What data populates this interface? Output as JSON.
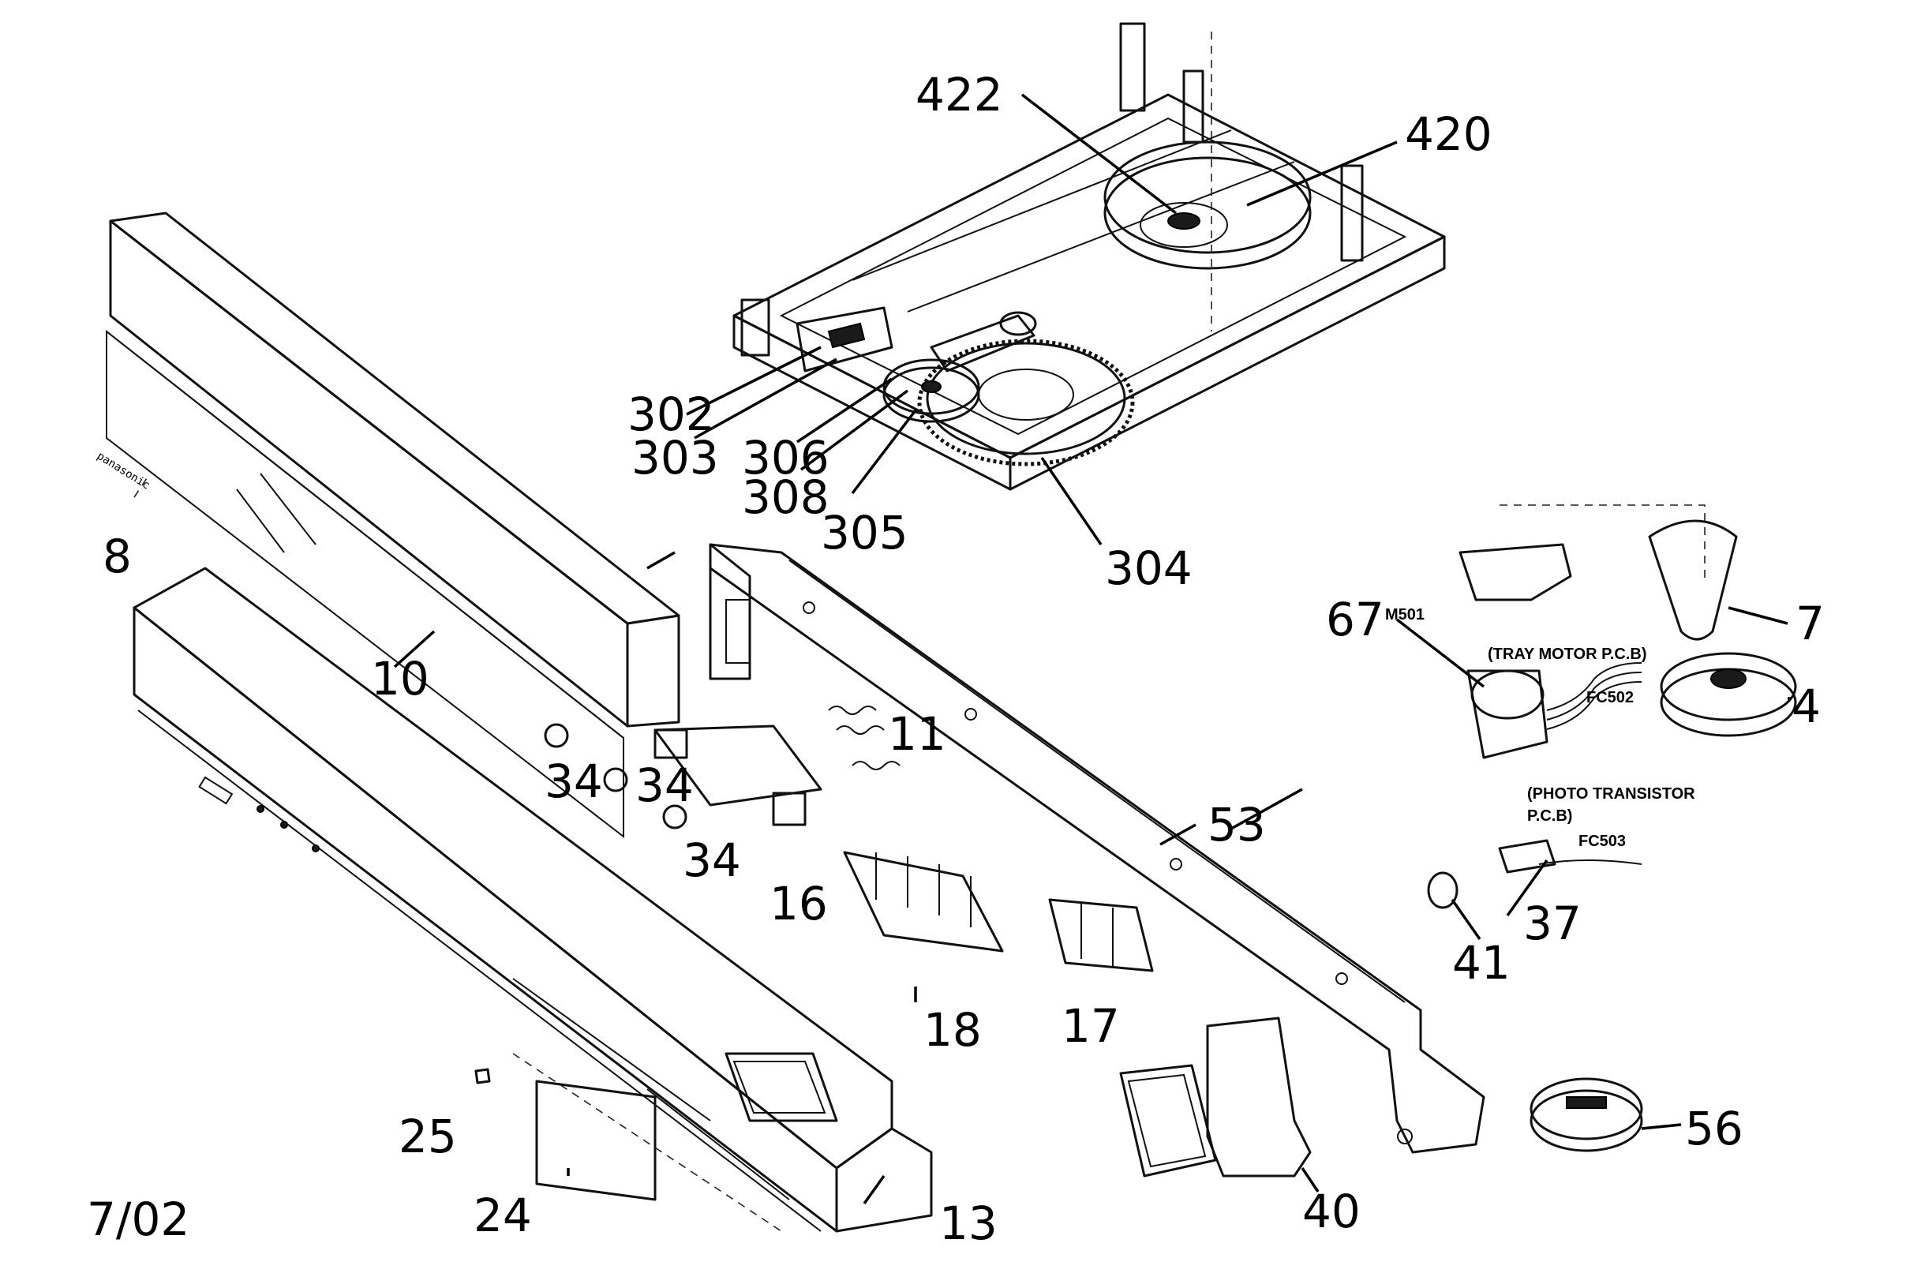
{
  "sheet": {
    "date_code": "7/02",
    "brand_mark": "panasonic"
  },
  "callouts": {
    "c422": "422",
    "c420": "420",
    "c302": "302",
    "c303": "303",
    "c306": "306",
    "c308": "308",
    "c305": "305",
    "c304": "304",
    "c8": "8",
    "c10": "10",
    "c11": "11",
    "c34a": "34",
    "c34b": "34",
    "c34c": "34",
    "c16": "16",
    "c18": "18",
    "c17": "17",
    "c53": "53",
    "c67": "67",
    "c7": "7",
    "c4": "4",
    "c37": "37",
    "c41": "41",
    "c25": "25",
    "c24": "24",
    "c13": "13",
    "c40": "40",
    "c56": "56"
  },
  "notes": {
    "m501": "M501",
    "tray_motor_pcb": "(TRAY MOTOR P.C.B)",
    "fc502": "FC502",
    "photo_transistor": "(PHOTO TRANSISTOR",
    "pcb": "P.C.B)",
    "fc503": "FC503"
  }
}
